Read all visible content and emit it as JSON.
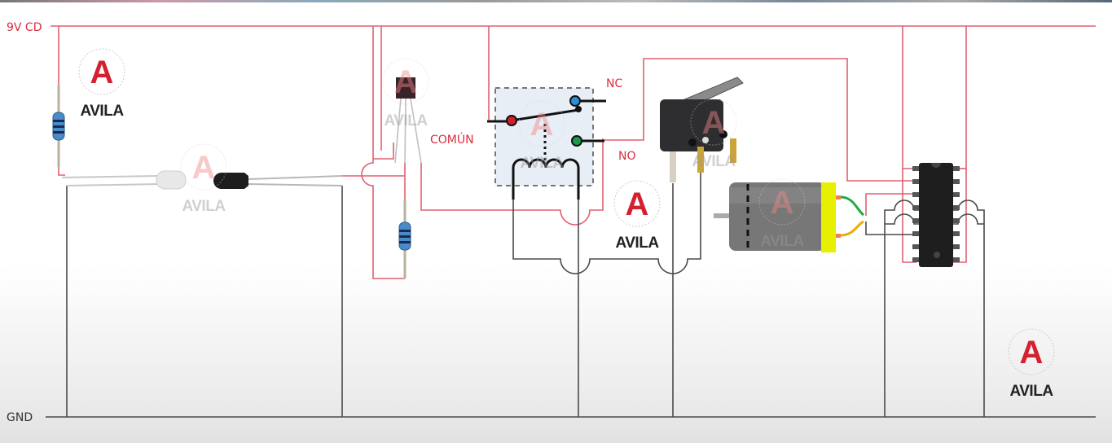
{
  "diagram": {
    "title": "Relay motor circuit schematic",
    "rails": {
      "positive_label": "9V CD",
      "ground_label": "GND"
    },
    "relay": {
      "common_label": "COMÚN",
      "nc_label": "NC",
      "no_label": "NO"
    },
    "components": [
      {
        "name": "resistor-1",
        "type": "resistor"
      },
      {
        "name": "ir-led",
        "type": "led"
      },
      {
        "name": "photodiode",
        "type": "ir-receiver"
      },
      {
        "name": "transistor",
        "type": "transistor"
      },
      {
        "name": "resistor-2",
        "type": "resistor"
      },
      {
        "name": "relay",
        "type": "relay"
      },
      {
        "name": "limit-switch",
        "type": "micro-switch"
      },
      {
        "name": "dc-motor",
        "type": "motor"
      },
      {
        "name": "motor-driver-ic",
        "type": "ic-16-pin"
      }
    ],
    "colors": {
      "positive_wire": "#e06070",
      "ground_wire": "#4a4a4a",
      "label_red": "#d63040",
      "common_dot": "#d0202c",
      "nc_dot": "#2a90d8",
      "no_dot": "#1c9a4a",
      "motor_cap": "#e6f000",
      "relay_box": "#e8eef6"
    },
    "watermarks": [
      {
        "text": "AVILA",
        "letter": "A",
        "style": "solid"
      },
      {
        "text": "AVILA",
        "letter": "A",
        "style": "faded"
      },
      {
        "text": "AVILA",
        "letter": "A",
        "style": "faded"
      },
      {
        "text": "AVILA",
        "letter": "A",
        "style": "faded"
      },
      {
        "text": "AVILA",
        "letter": "A",
        "style": "solid"
      },
      {
        "text": "AVILA",
        "letter": "A",
        "style": "faded"
      },
      {
        "text": "AVILA",
        "letter": "A",
        "style": "faded"
      },
      {
        "text": "AVILA",
        "letter": "A",
        "style": "solid"
      }
    ]
  }
}
